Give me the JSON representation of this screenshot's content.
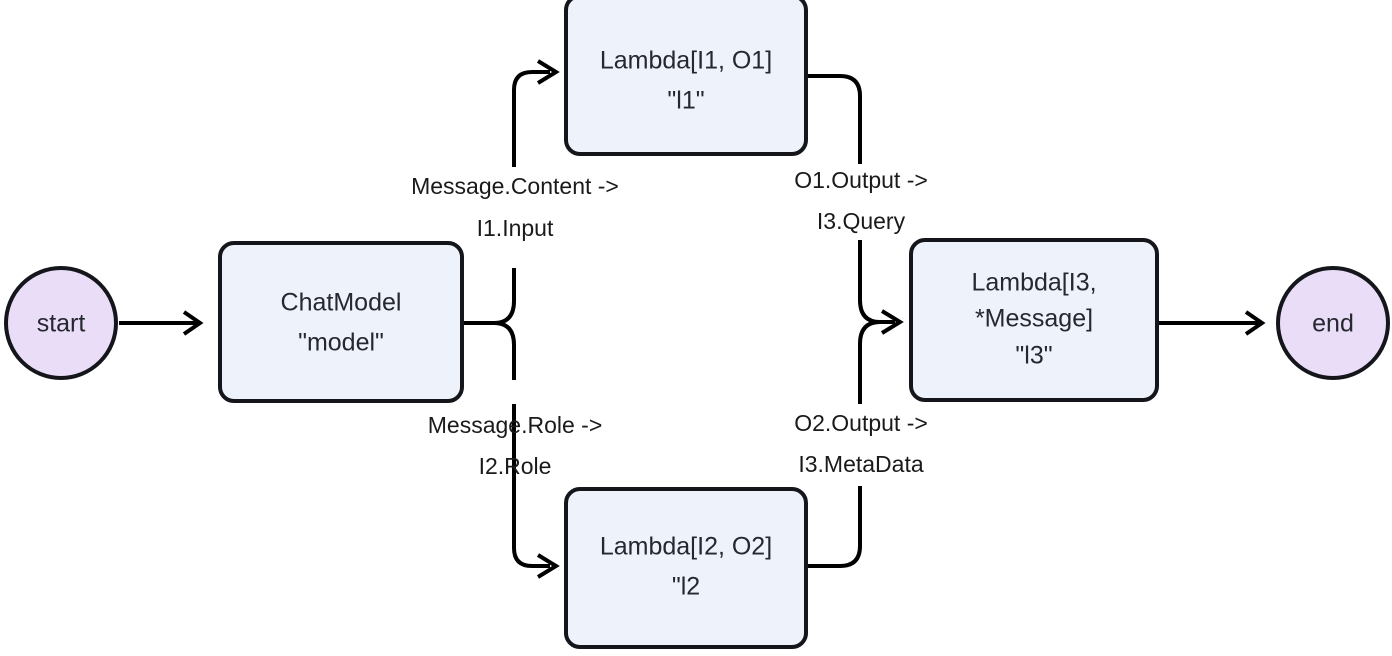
{
  "diagram": {
    "type": "flow-graph",
    "background": "#ffffff",
    "node_fill": "#edf2fb",
    "terminal_fill": "#e9ddf7",
    "stroke": "#14161c",
    "text_color": "#262730",
    "nodes": [
      {
        "id": "start",
        "shape": "circle",
        "label": "start"
      },
      {
        "id": "chatmodel",
        "shape": "box",
        "line1": "ChatModel",
        "line2": "\"model\""
      },
      {
        "id": "l1",
        "shape": "box",
        "line1": "Lambda[I1, O1]",
        "line2": "\"l1\""
      },
      {
        "id": "l2",
        "shape": "box",
        "line1": "Lambda[I2, O2]",
        "line2": "\"l2"
      },
      {
        "id": "l3",
        "shape": "box",
        "line1": "Lambda[I3,",
        "line2": "*Message]",
        "line3": "\"l3\""
      },
      {
        "id": "end",
        "shape": "circle",
        "label": "end"
      }
    ],
    "edges": [
      {
        "id": "start-chatmodel",
        "from": "start",
        "to": "chatmodel",
        "label_line1": "",
        "label_line2": ""
      },
      {
        "id": "chatmodel-l1",
        "from": "chatmodel",
        "to": "l1",
        "label_line1": "Message.Content ->",
        "label_line2": "I1.Input"
      },
      {
        "id": "chatmodel-l2",
        "from": "chatmodel",
        "to": "l2",
        "label_line1": "Message.Role ->",
        "label_line2": "I2.Role"
      },
      {
        "id": "l1-l3",
        "from": "l1",
        "to": "l3",
        "label_line1": "O1.Output ->",
        "label_line2": "I3.Query"
      },
      {
        "id": "l2-l3",
        "from": "l2",
        "to": "l3",
        "label_line1": "O2.Output ->",
        "label_line2": "I3.MetaData"
      },
      {
        "id": "l3-end",
        "from": "l3",
        "to": "end",
        "label_line1": "",
        "label_line2": ""
      }
    ]
  }
}
